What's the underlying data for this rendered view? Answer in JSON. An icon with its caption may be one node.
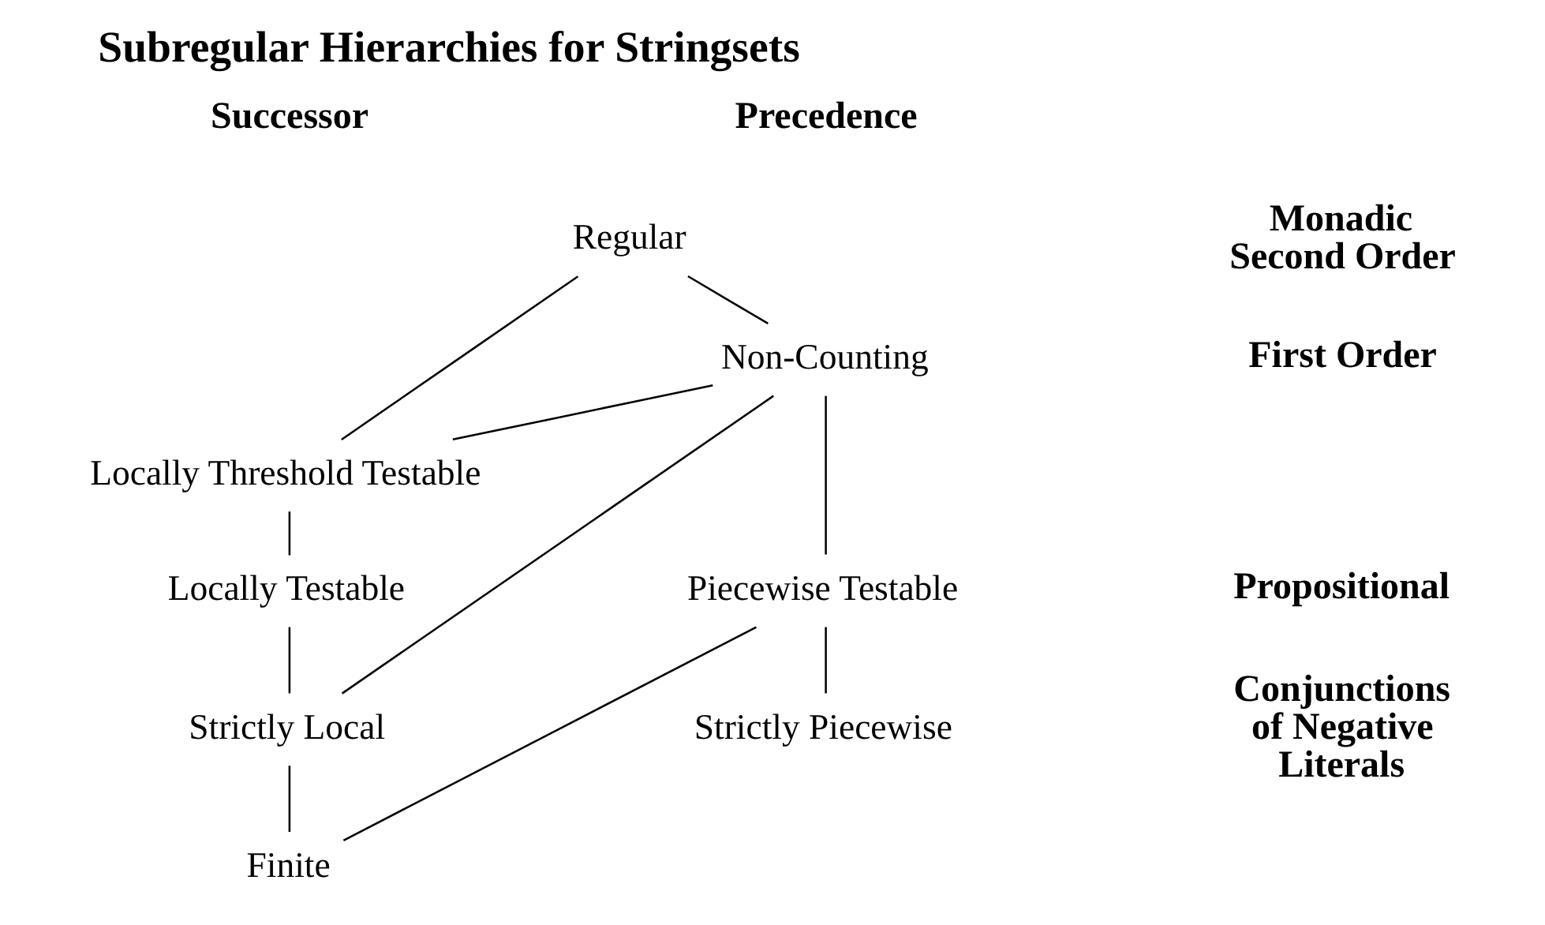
{
  "diagram": {
    "title": "Subregular Hierarchies for Stringsets",
    "nodes": [
      {
        "text": [
          "Regular"
        ]
      },
      {
        "text": [
          "Non-Counting"
        ]
      },
      {
        "text": [
          "Locally Threshold Testable"
        ]
      },
      {
        "text": [
          "Locally Testable"
        ]
      },
      {
        "text": [
          "Piecewise Testable"
        ]
      },
      {
        "text": [
          "Strictly Local"
        ]
      },
      {
        "text": [
          "Strictly Piecewise"
        ]
      },
      {
        "text": [
          "Finite"
        ]
      }
    ],
    "edges": [
      {
        "from": 0,
        "to": 2,
        "arrow": "none"
      },
      {
        "from": 0,
        "to": 1,
        "arrow": "none"
      },
      {
        "from": 1,
        "to": 2,
        "arrow": "none"
      },
      {
        "from": 1,
        "to": 4,
        "arrow": "none"
      },
      {
        "from": 1,
        "to": 5,
        "arrow": "none"
      },
      {
        "from": 2,
        "to": 3,
        "arrow": "none"
      },
      {
        "from": 3,
        "to": 5,
        "arrow": "none"
      },
      {
        "from": 4,
        "to": 6,
        "arrow": "none"
      },
      {
        "from": 4,
        "to": 7,
        "arrow": "none"
      },
      {
        "from": 5,
        "to": 7,
        "arrow": "none"
      }
    ],
    "labels": [
      "Successor",
      "Precedence",
      "Monadic Second Order",
      "First Order",
      "Propositional",
      "Conjunctions of Negative Literals"
    ]
  }
}
